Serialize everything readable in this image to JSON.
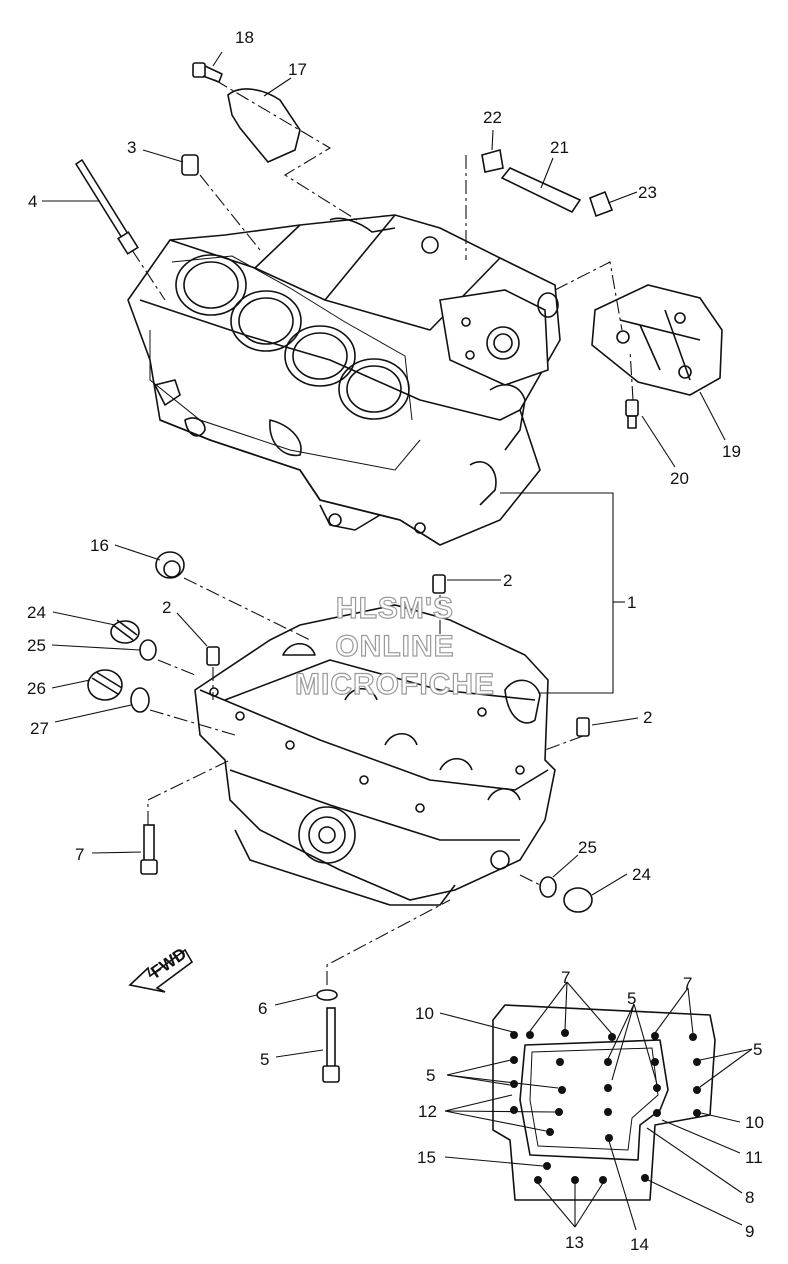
{
  "labels": {
    "l18": "18",
    "l17": "17",
    "l3": "3",
    "l4": "4",
    "l22": "22",
    "l21": "21",
    "l23": "23",
    "l19": "19",
    "l20": "20",
    "l16": "16",
    "l2a": "2",
    "l1": "1",
    "l2b": "2",
    "l24a": "24",
    "l25a": "25",
    "l26": "26",
    "l27": "27",
    "l2c": "2",
    "l7a": "7",
    "l25b": "25",
    "l24b": "24",
    "l6": "6",
    "l5a": "5",
    "l7b": "7",
    "l7c": "7",
    "l5b": "5",
    "l10a": "10",
    "l5c": "5",
    "l5d": "5",
    "l12": "12",
    "l10b": "10",
    "l11": "11",
    "l15": "15",
    "l8": "8",
    "l9": "9",
    "l13": "13",
    "l14": "14"
  },
  "fwd_label": "FWD",
  "watermark": {
    "line1": "HLSM'S",
    "line2": "ONLINE",
    "line3": "MICROFICHE"
  }
}
